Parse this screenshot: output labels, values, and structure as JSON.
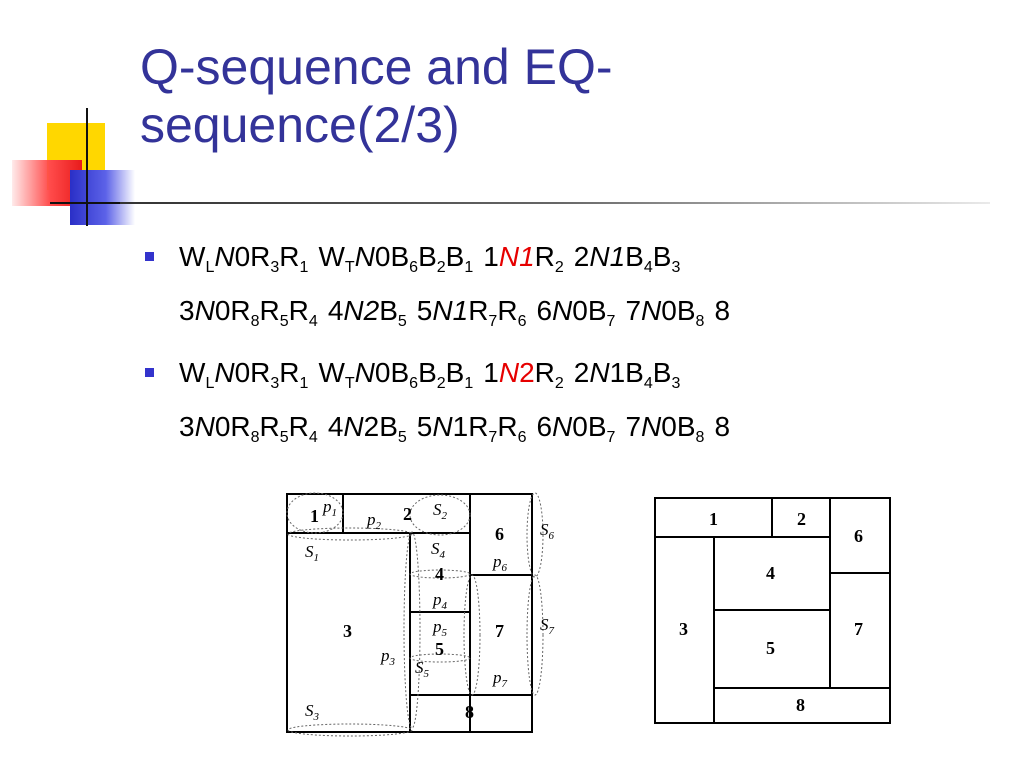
{
  "title": {
    "line1": "Q-sequence and EQ-",
    "line2": "sequence(2/3)"
  },
  "sequences": [
    {
      "line1": [
        "W",
        "L",
        "N",
        "0",
        "R",
        "3",
        "R",
        "1",
        "W",
        "T",
        "N",
        "0",
        "B",
        "6",
        "B",
        "2",
        "B",
        "1",
        "1",
        "N",
        "1",
        "R",
        "2",
        "2",
        "N",
        "1",
        "B",
        "4",
        "B",
        "3"
      ],
      "line2": [
        "3",
        "N",
        "0",
        "R",
        "8",
        "R",
        "5",
        "R",
        "4",
        "4",
        "N",
        "2",
        "B",
        "5",
        "5",
        "N",
        "1",
        "R",
        "7",
        "R",
        "6",
        "6",
        "N",
        "0",
        "B",
        "7",
        "7",
        "N",
        "0",
        "B",
        "8",
        "8"
      ]
    }
  ],
  "figure_left": {
    "rooms": [
      "1",
      "2",
      "3",
      "4",
      "5",
      "6",
      "7",
      "8"
    ],
    "p_labels": [
      "p",
      "1",
      "p",
      "2",
      "p",
      "3",
      "p",
      "4",
      "p",
      "5",
      "p",
      "6",
      "p",
      "7"
    ],
    "s_labels": [
      "S",
      "1",
      "S",
      "2",
      "S",
      "3",
      "S",
      "4",
      "S",
      "5",
      "S",
      "6",
      "S",
      "7"
    ]
  },
  "figure_right": {
    "rooms": [
      "1",
      "2",
      "3",
      "4",
      "5",
      "6",
      "7",
      "8"
    ]
  },
  "colors": {
    "title": "#333399",
    "bullet": "#3333cc",
    "highlight": "#e60000"
  }
}
